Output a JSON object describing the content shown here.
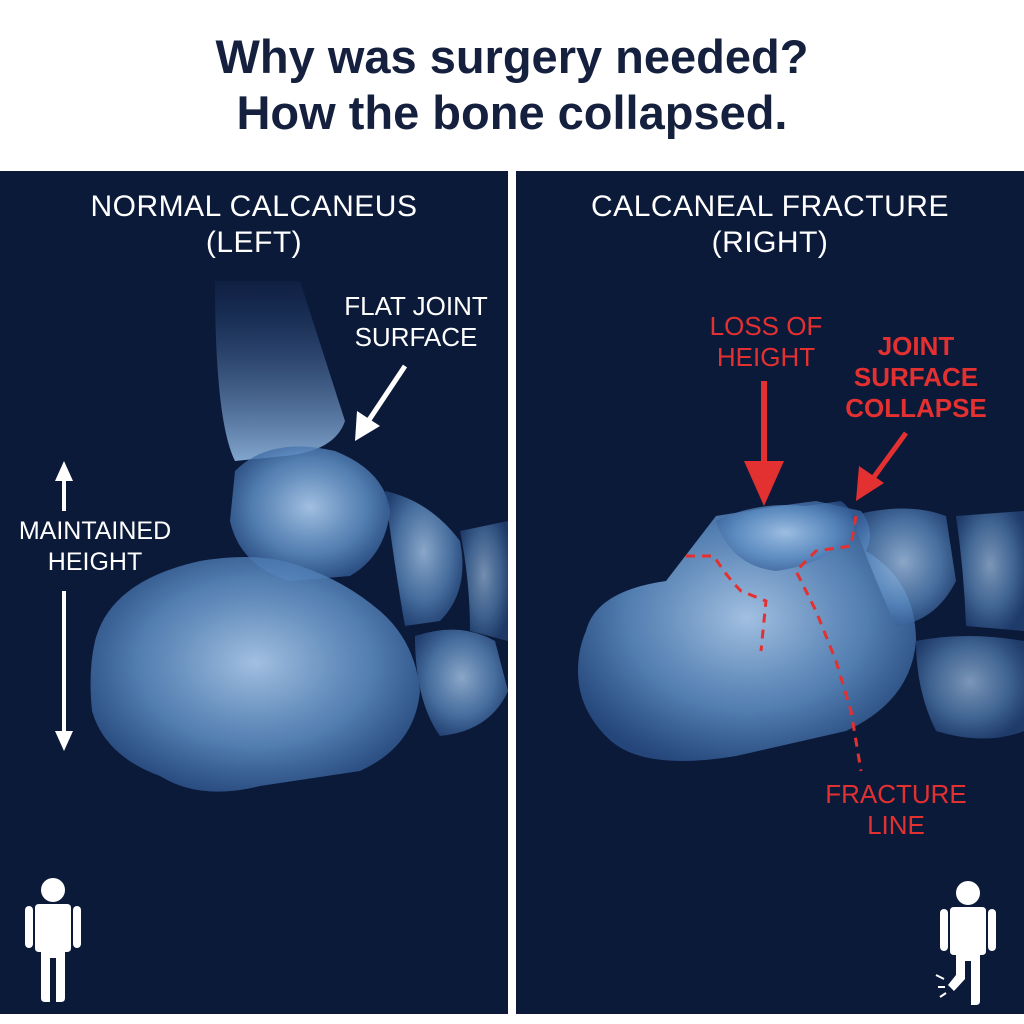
{
  "header": {
    "title_line1": "Why was surgery needed?",
    "title_line2": "How the bone collapsed."
  },
  "left_panel": {
    "title_line1": "NORMAL CALCANEUS",
    "title_line2": "(LEFT)",
    "flat_joint_line1": "FLAT JOINT",
    "flat_joint_line2": "SURFACE",
    "maintained_line1": "MAINTAINED",
    "maintained_line2": "HEIGHT",
    "person_icon": "standing-person-icon"
  },
  "right_panel": {
    "title_line1": "CALCANEAL FRACTURE",
    "title_line2": "(RIGHT)",
    "loss_line1": "LOSS OF",
    "loss_line2": "HEIGHT",
    "joint_line1": "JOINT",
    "joint_line2": "SURFACE",
    "joint_line3": "COLLAPSE",
    "fracture_line1": "FRACTURE",
    "fracture_line2": "LINE",
    "person_icon": "injured-person-icon"
  },
  "colors": {
    "panel_bg": "#0c1a3a",
    "bone": "#6f9fd0",
    "accent_red": "#e33030",
    "title_text": "#14203d"
  }
}
